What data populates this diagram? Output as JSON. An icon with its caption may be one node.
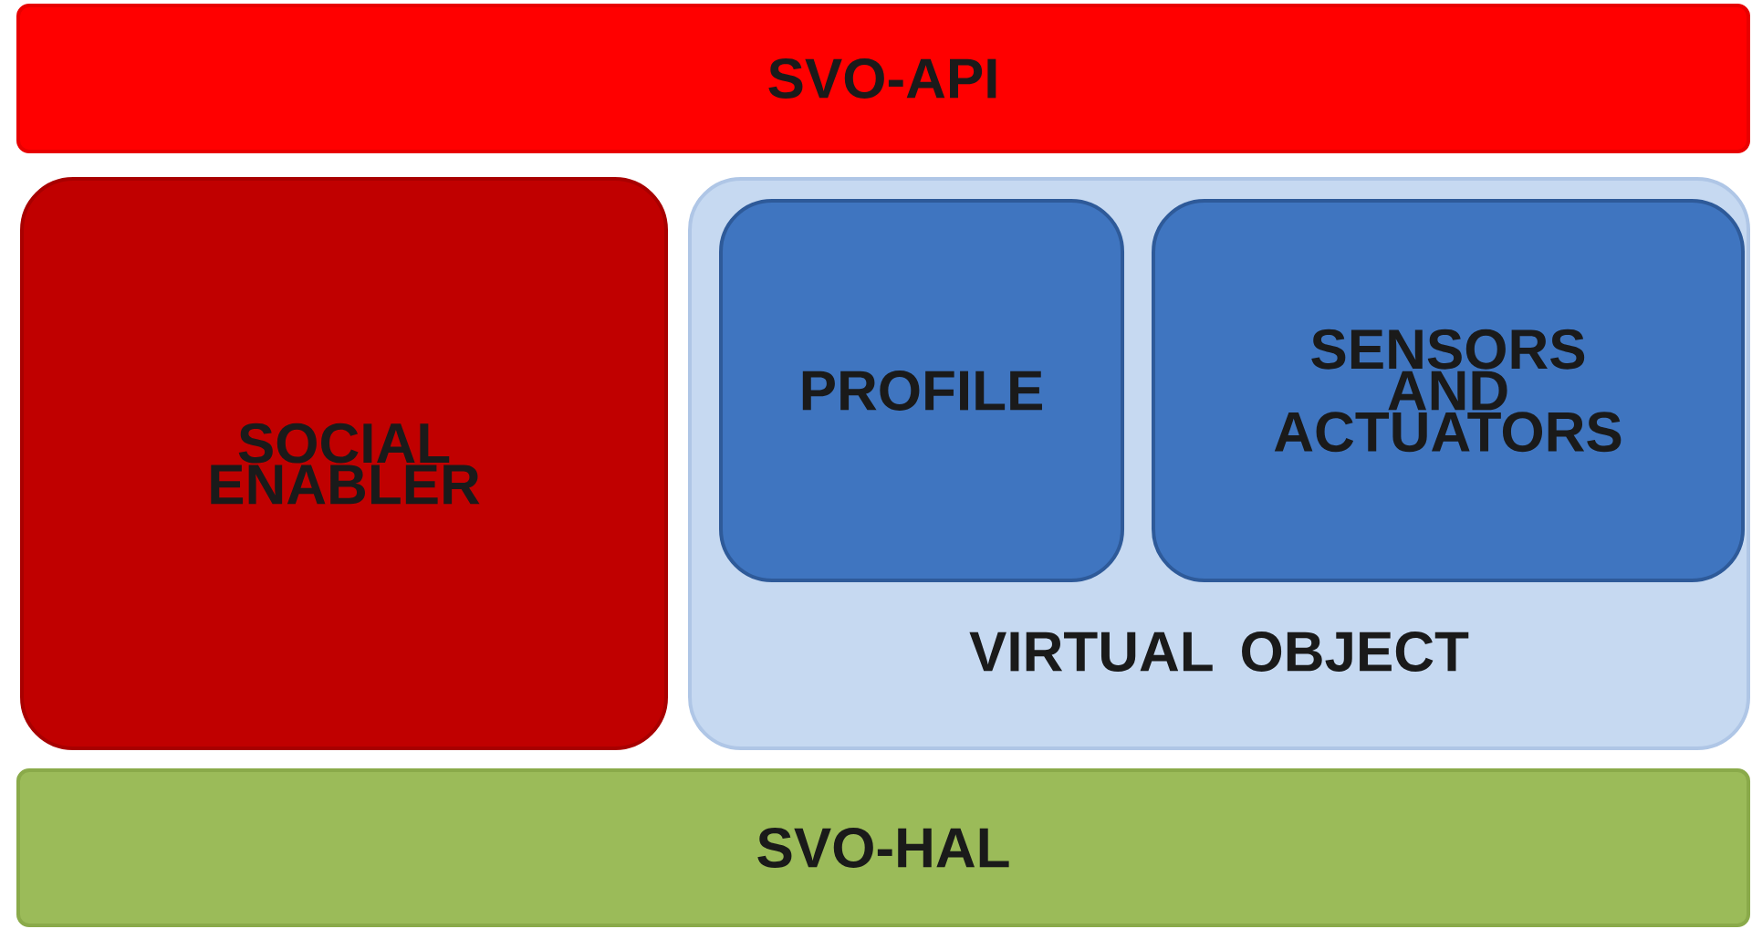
{
  "diagram": {
    "nodes": [
      {
        "text": [
          "SVO-API"
        ]
      },
      {
        "text": [
          "SOCIAL ENABLER"
        ]
      },
      {
        "text": [
          "VIRTUAL OBJECT"
        ]
      },
      {
        "text": [
          "PROFILE"
        ],
        "in": 2
      },
      {
        "text": [
          "SENSORS AND ACTUATORS"
        ],
        "in": 2
      },
      {
        "text": [
          "SVO-HAL"
        ]
      }
    ]
  }
}
